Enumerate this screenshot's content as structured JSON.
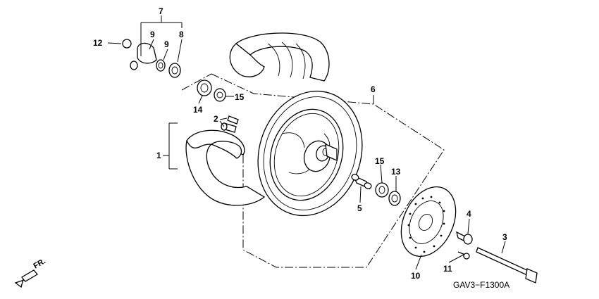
{
  "callouts": [
    {
      "id": "c1",
      "text": "1"
    },
    {
      "id": "c2",
      "text": "2"
    },
    {
      "id": "c3",
      "text": "3"
    },
    {
      "id": "c4",
      "text": "4"
    },
    {
      "id": "c5",
      "text": "5"
    },
    {
      "id": "c6",
      "text": "6"
    },
    {
      "id": "c7",
      "text": "7"
    },
    {
      "id": "c8",
      "text": "8"
    },
    {
      "id": "c9a",
      "text": "9"
    },
    {
      "id": "c9b",
      "text": "9"
    },
    {
      "id": "c10",
      "text": "10"
    },
    {
      "id": "c11",
      "text": "11"
    },
    {
      "id": "c12",
      "text": "12"
    },
    {
      "id": "c13",
      "text": "13"
    },
    {
      "id": "c14",
      "text": "14"
    },
    {
      "id": "c15a",
      "text": "15"
    },
    {
      "id": "c15b",
      "text": "15"
    }
  ],
  "diagram_code": "GAV3−F1300A",
  "front_label": "FR.",
  "colors": {
    "ink": "#000000",
    "paper": "#ffffff",
    "stipple": "#555555"
  }
}
